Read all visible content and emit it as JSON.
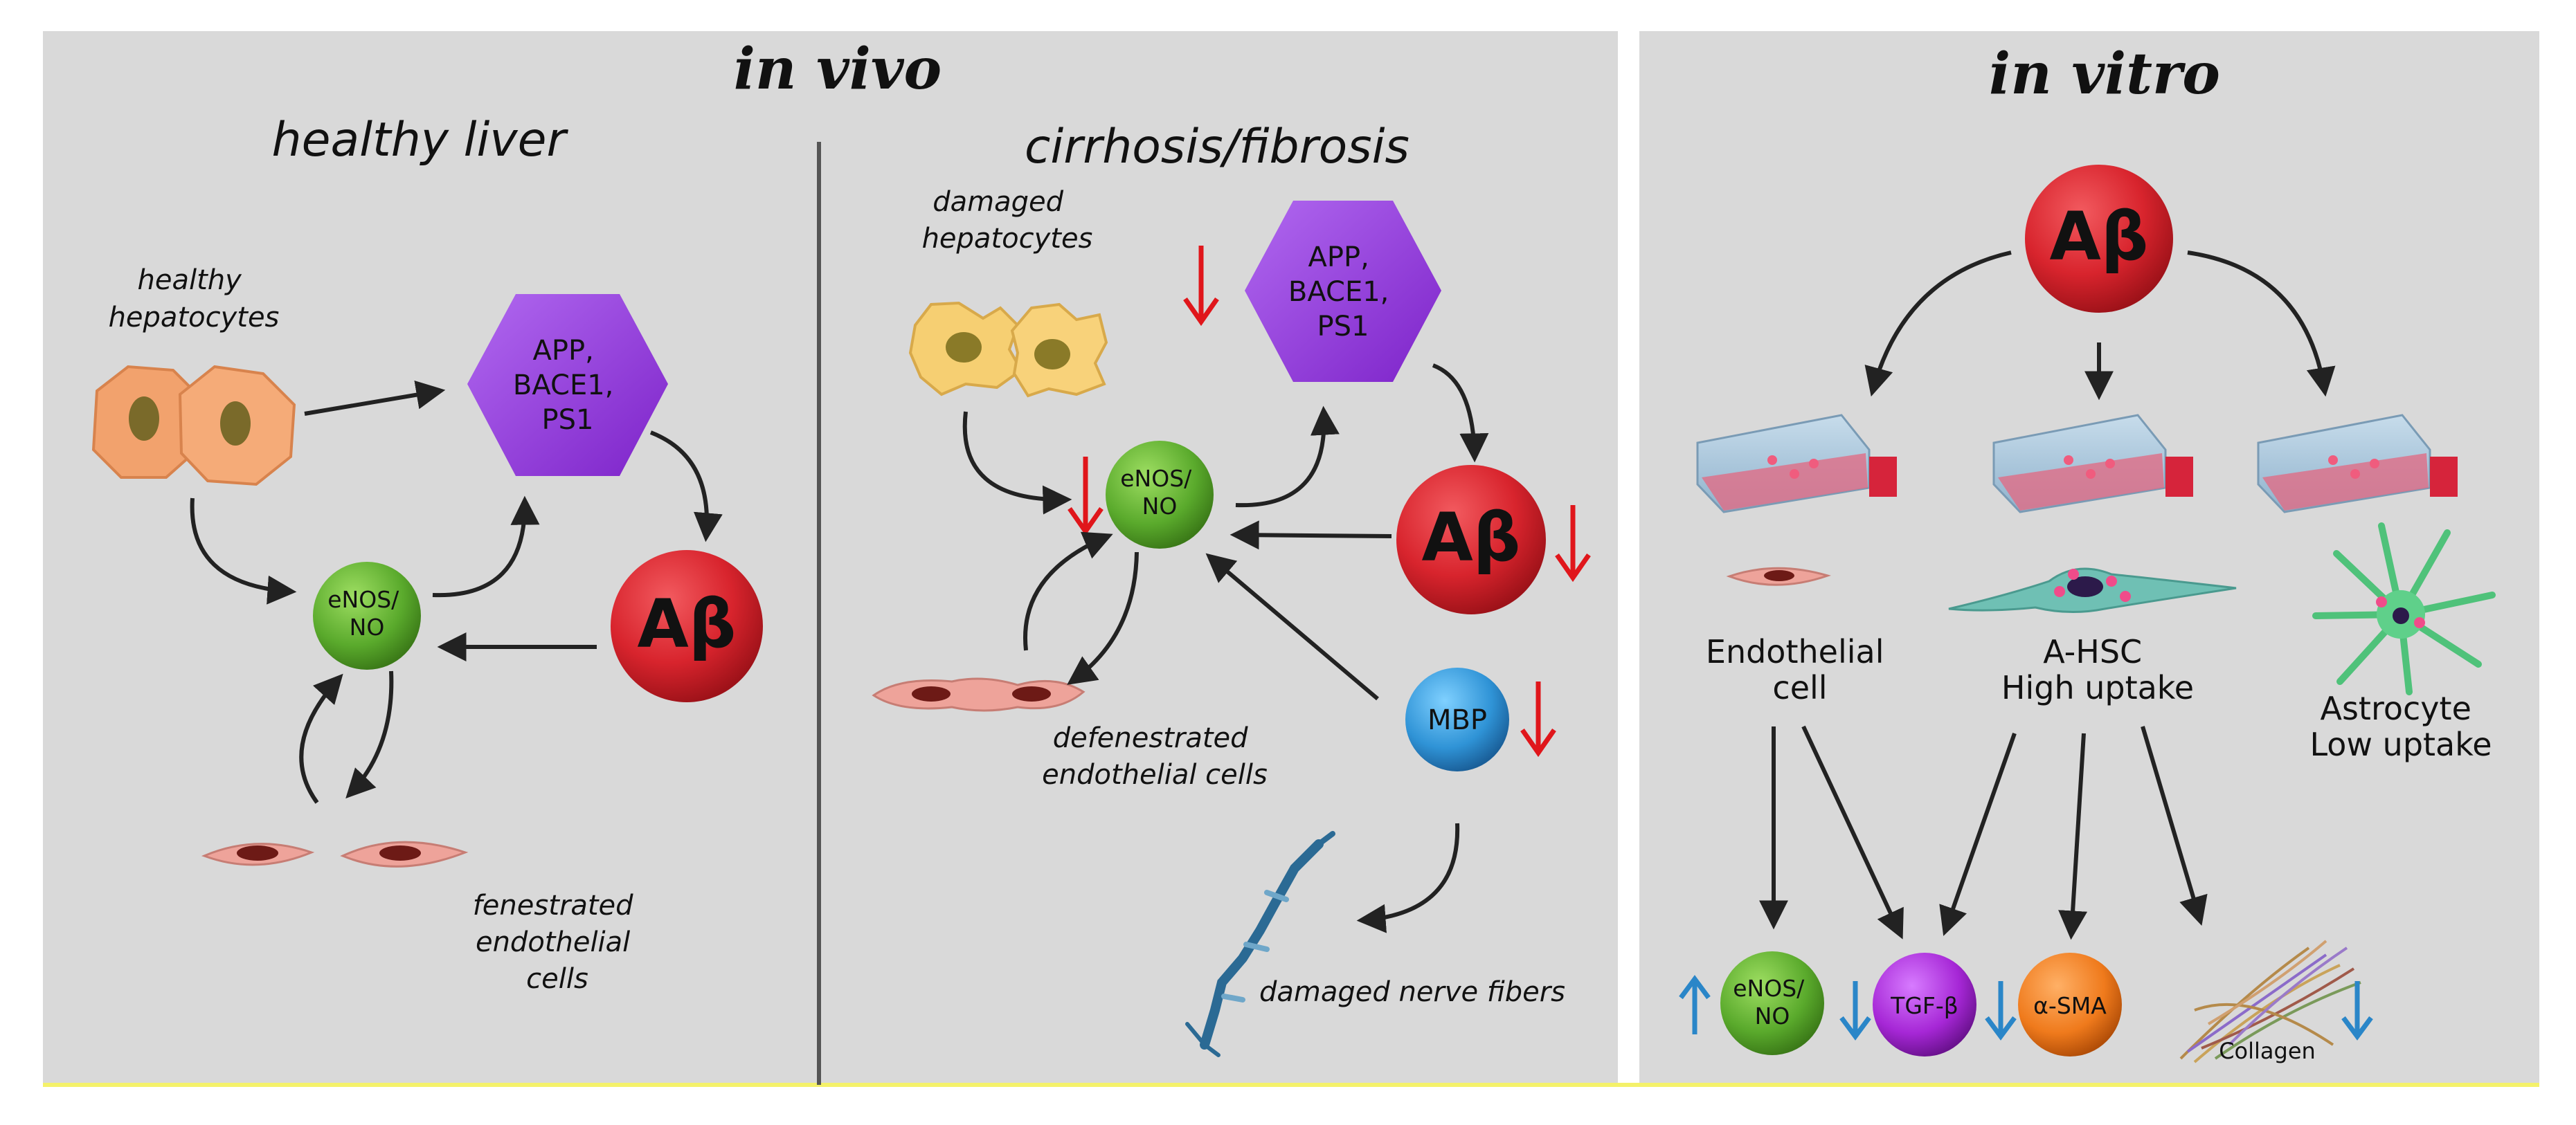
{
  "panels": {
    "in_vivo": {
      "title": "in vivo"
    },
    "in_vitro": {
      "title": "in vitro"
    }
  },
  "healthy": {
    "heading": "healthy liver",
    "hepatocytes_label": [
      "healthy",
      "hepatocytes"
    ],
    "app_label": [
      "APP,",
      "BACE1,",
      "PS1"
    ],
    "enos_label": [
      "eNOS/",
      "NO"
    ],
    "abeta_label": "Aβ",
    "endothelial_label": [
      "fenestrated",
      "endothelial",
      "cells"
    ]
  },
  "cirrhosis": {
    "heading": "cirrhosis/fibrosis",
    "hepatocytes_label": [
      "damaged",
      "hepatocytes"
    ],
    "app_label": [
      "APP,",
      "BACE1,",
      "PS1"
    ],
    "enos_label": [
      "eNOS/",
      "NO"
    ],
    "abeta_label": "Aβ",
    "mbp_label": "MBP",
    "endothelial_label": [
      "defenestrated",
      "endothelial cells"
    ],
    "nerve_label": "damaged nerve fibers"
  },
  "vitro": {
    "abeta_label": "Aβ",
    "cell_labels": {
      "endothelial": [
        "Endothelial",
        "cell"
      ],
      "hsc": [
        "A-HSC",
        "High uptake"
      ],
      "astrocyte": [
        "Astrocyte",
        "Low uptake"
      ]
    },
    "outputs": {
      "enos": [
        "eNOS/",
        "NO"
      ],
      "tgf": "TGF-β",
      "sma": "α-SMA",
      "collagen": "Collagen"
    }
  },
  "colors": {
    "panel_bg": "#d9d9d9",
    "abeta_red": "#d8242d",
    "enos_green": "#5aaa2c",
    "app_purple": "#9b3fe0",
    "mbp_blue": "#2f93d6",
    "tgf_purple": "#a627d6",
    "sma_orange": "#ef7a1c",
    "down_arrow_red": "#e0161b",
    "arrow_blue": "#2a86c8"
  }
}
